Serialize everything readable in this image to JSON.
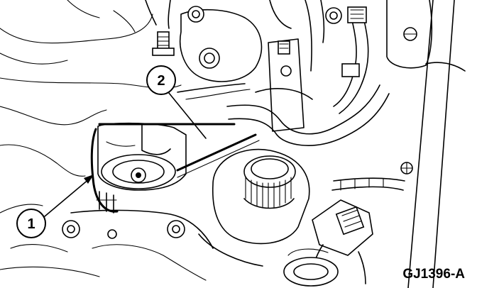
{
  "callouts": [
    {
      "id": "1",
      "label": "1"
    },
    {
      "id": "2",
      "label": "2"
    }
  ],
  "figure_id": "GJ1396-A",
  "colors": {
    "ink": "#000000",
    "paper": "#ffffff"
  }
}
